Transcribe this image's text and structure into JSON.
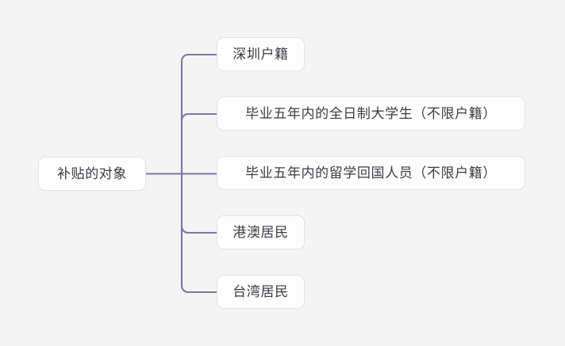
{
  "diagram": {
    "type": "mindmap",
    "orientation": "left-to-right",
    "background_color": "#f4f4f5",
    "connector_color": "#7b77a0",
    "node_fill_color": "#fdfdfd",
    "node_border_color": "#e4e4e6",
    "text_color": "#3c3c43",
    "root": {
      "label": "补贴的对象"
    },
    "children": [
      {
        "label": "深圳户籍"
      },
      {
        "label": "毕业五年内的全日制大学生（不限户籍）"
      },
      {
        "label": "毕业五年内的留学回国人员（不限户籍）"
      },
      {
        "label": "港澳居民"
      },
      {
        "label": "台湾居民"
      }
    ]
  }
}
